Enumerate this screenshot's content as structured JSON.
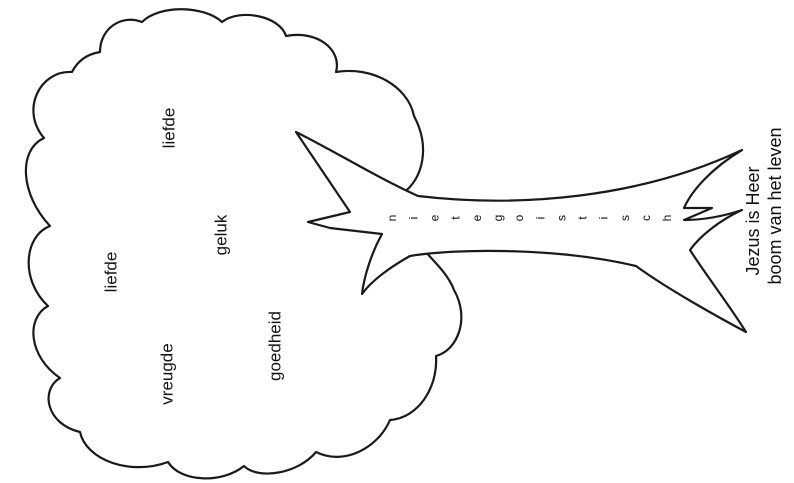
{
  "crown_words": [
    "liefde",
    "geluk",
    "liefde",
    "vreugde",
    "goedheid"
  ],
  "trunk_word_letters": [
    "n",
    "i",
    "e",
    "t",
    "e",
    "g",
    "o",
    "i",
    "s",
    "t",
    "i",
    "s",
    "c",
    "h"
  ],
  "caption": {
    "line1": "Jezus is Heer",
    "line2": "boom van het leven"
  }
}
